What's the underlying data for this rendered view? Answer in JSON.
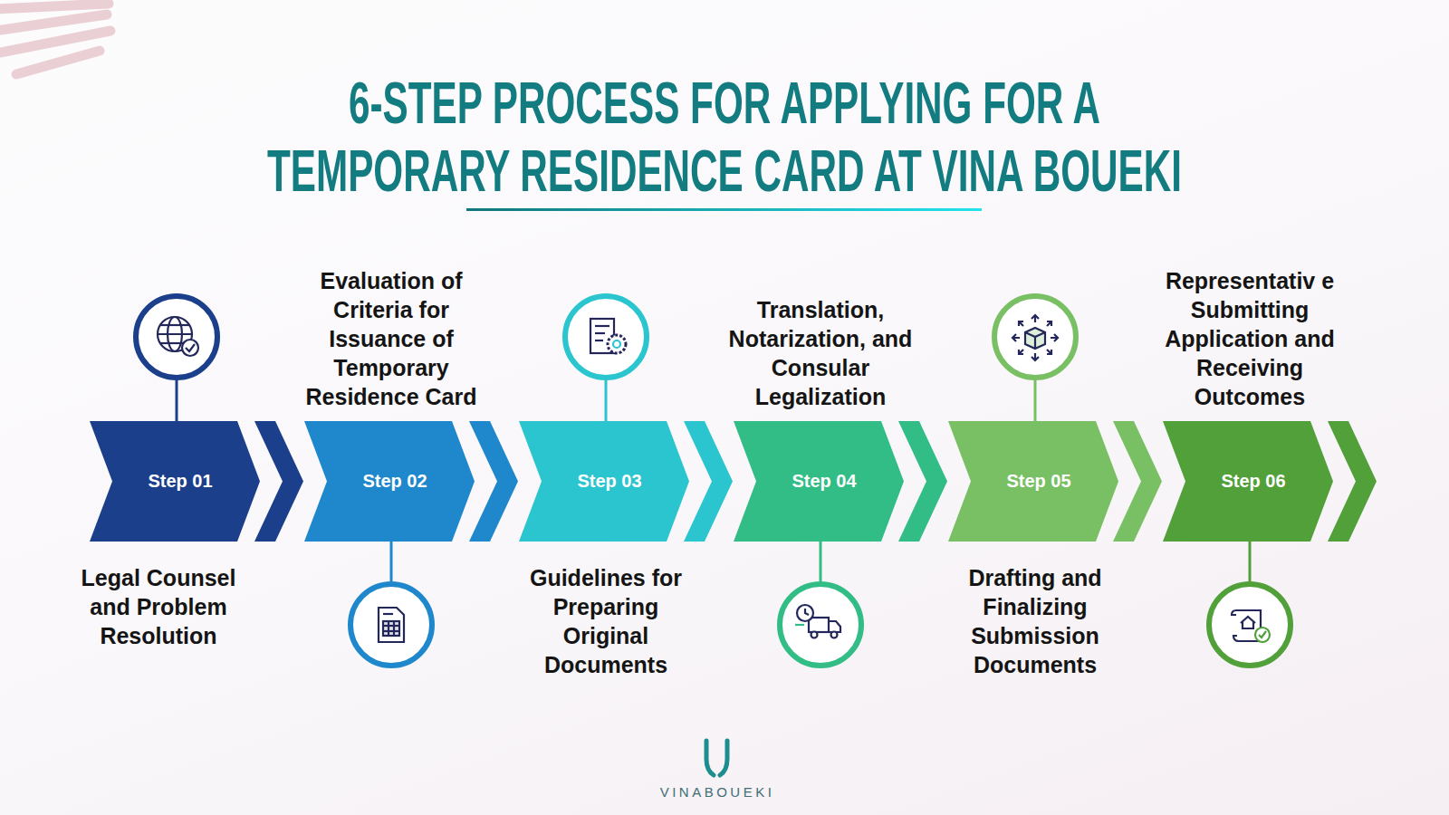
{
  "diagram": {
    "title": "6-STEP PROCESS FOR APPLYING FOR A TEMPORARY RESIDENCE CARD AT VINA BOUEKI",
    "nodes": [
      {
        "text": [
          "Step 01",
          "Legal Counsel and Problem Resolution"
        ]
      },
      {
        "text": [
          "Step 02",
          "Evaluation of Criteria for Issuance of Temporary Residence Card"
        ]
      },
      {
        "text": [
          "Step 03",
          "Guidelines for Preparing Original Documents"
        ]
      },
      {
        "text": [
          "Step 04",
          "Translation, Notarization, and Consular Legalization"
        ]
      },
      {
        "text": [
          "Step 05",
          "Drafting and Finalizing Submission Documents"
        ]
      },
      {
        "text": [
          "Step 06",
          "Representativ e Submitting Application and Receiving Outcomes"
        ]
      }
    ],
    "edges": [
      {
        "from": 0,
        "to": 1,
        "arrow": "to"
      },
      {
        "from": 1,
        "to": 2,
        "arrow": "to"
      },
      {
        "from": 2,
        "to": 3,
        "arrow": "to"
      },
      {
        "from": 3,
        "to": 4,
        "arrow": "to"
      },
      {
        "from": 4,
        "to": 5,
        "arrow": "to"
      }
    ],
    "labels": [
      "VINABOUEKI"
    ]
  }
}
